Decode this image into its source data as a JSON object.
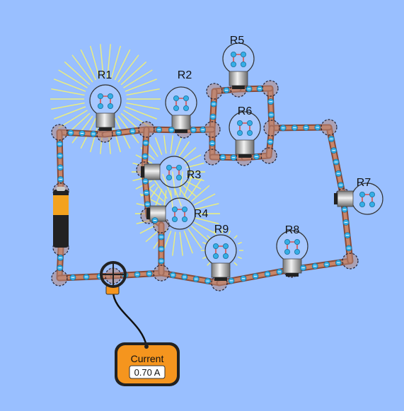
{
  "labels": {
    "r1": "R1",
    "r2": "R2",
    "r3": "R3",
    "r4": "R4",
    "r5": "R5",
    "r6": "R6",
    "r7": "R7",
    "r8": "R8",
    "r9": "R9"
  },
  "ammeter": {
    "title": "Current",
    "value": "0.70 A"
  },
  "colors": {
    "background": "#99bfff",
    "wire": "#c8866a",
    "electron": "#35aee6",
    "glow": "#eef07a",
    "meter_body": "#f5951e"
  }
}
